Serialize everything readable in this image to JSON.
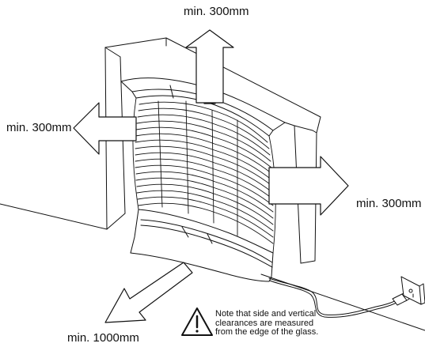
{
  "labels": {
    "top": "min. 300mm",
    "left": "min. 300mm",
    "right": "min. 300mm",
    "bottom": "min. 1000mm"
  },
  "note": {
    "line1": "Note that side and vertical",
    "line2": "clearances are measured",
    "line3": "from the edge of the glass."
  },
  "icons": {
    "warning": "warning-triangle-icon",
    "socket": "wall-socket-icon",
    "plug": "power-plug-icon"
  },
  "colors": {
    "line": "#111111",
    "background": "#ffffff"
  }
}
